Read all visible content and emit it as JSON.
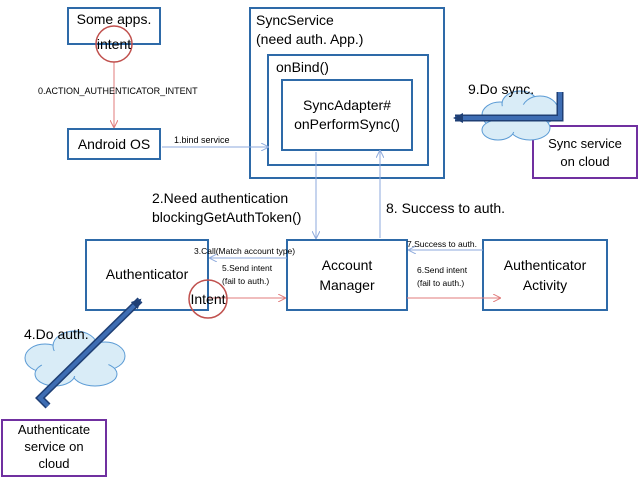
{
  "boxes": {
    "some_apps": "Some apps.",
    "android_os": "Android OS",
    "sync_service_line1": "SyncService",
    "sync_service_line2": "(need auth. App.)",
    "on_bind": "onBind()",
    "sync_adapter_line1": "SyncAdapter#",
    "sync_adapter_line2": "onPerformSync()",
    "sync_cloud_line1": "Sync service",
    "sync_cloud_line2": "on cloud",
    "authenticator": "Authenticator",
    "account_manager_line1": "Account",
    "account_manager_line2": "Manager",
    "auth_activity_line1": "Authenticator",
    "auth_activity_line2": "Activity",
    "auth_cloud_line1": "Authenticate",
    "auth_cloud_line2": "service on",
    "auth_cloud_line3": "cloud"
  },
  "intent_labels": {
    "top": "intent",
    "authenticator": "Intent"
  },
  "labels": {
    "step0": "0.ACTION_AUTHENTICATOR_INTENT",
    "step1": "1.bind service",
    "step2_line1": "2.Need authentication",
    "step2_line2": "blockingGetAuthToken()",
    "step3": "3.Call(Match account type)",
    "step4": "4.Do auth.",
    "step5_line1": "5.Send intent",
    "step5_line2": "(fail to auth.)",
    "step6_line1": "6.Send intent",
    "step6_line2": "(fail to auth.)",
    "step7": "7.Success to auth.",
    "step8": "8. Success to auth.",
    "step9": "9.Do sync."
  },
  "colors": {
    "box_border": "#2e6aa8",
    "cloud_box_border": "#7030a0",
    "arrow": "#8eaadc",
    "red_arrow": "#e07b7b",
    "intent_circle": "#c0504d",
    "cloud_fill": "#d9ecf7",
    "cloud_stroke": "#5b9bd5",
    "bolt_fill": "#3e6db3",
    "bolt_stroke": "#1f3f74"
  }
}
